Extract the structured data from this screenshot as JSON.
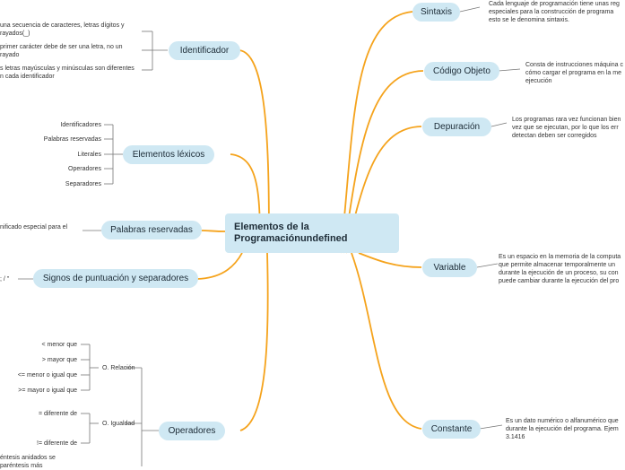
{
  "central": {
    "line1": "Elementos de la",
    "line2": "Programaciónundefined"
  },
  "right": {
    "sintaxis": {
      "label": "Sintaxis",
      "desc": [
        "Cada lenguaje de programación tiene unas reg",
        "especiales para la construcción de programa",
        "esto se le denomina sintaxis."
      ]
    },
    "codigo": {
      "label": "Código Objeto",
      "desc": [
        "Consta de instrucciones máquina c",
        "cómo cargar el programa en la me",
        "ejecución"
      ]
    },
    "depuracion": {
      "label": "Depuración",
      "desc": [
        "Los programas rara vez funcionan bien",
        "vez que se ejecutan, por lo que los err",
        "detectan deben ser corregidos"
      ]
    },
    "variable": {
      "label": "Variable",
      "desc": [
        "Es un espacio en la memoria de la computa",
        "que permite almacenar temporalmente un",
        "durante la ejecución de un proceso, su con",
        "puede cambiar durante la ejecución del pro"
      ]
    },
    "constante": {
      "label": "Constante",
      "desc": [
        "Es un dato numérico o alfanumérico que",
        "durante la ejecución del programa. Ejem",
        "3.1416"
      ]
    }
  },
  "left": {
    "identificador": {
      "label": "Identificador",
      "notes": [
        [
          "una secuencia de caracteres, letras dígitos y",
          "rayados(_)"
        ],
        [
          "primer carácter debe de ser una letra, no un",
          "rayado"
        ],
        [
          "s letras mayúsculas y minúsculas son diferentes",
          "n cada identificador"
        ]
      ]
    },
    "lexicos": {
      "label": "Elementos léxicos",
      "items": [
        "Identificadores",
        "Palabras reservadas",
        "Literales",
        "Operadores",
        "Separadores"
      ]
    },
    "reservadas": {
      "label": "Palabras reservadas",
      "note": "nificado especial para el"
    },
    "signos": {
      "label": "Signos de puntuación y separadores",
      "note": "; / \""
    },
    "operadores": {
      "label": "Operadores",
      "relacion": {
        "label": "O. Relación",
        "items": [
          "<  menor que",
          ">  mayor que",
          "<=  menor o igual que",
          ">=  mayor o igual que"
        ]
      },
      "igualdad": {
        "label": "O. Igualdad",
        "items": [
          "= diferente de",
          "!= diferente de"
        ]
      },
      "parentesis": [
        "éntesis anidados se",
        "paréntesis más"
      ]
    }
  }
}
